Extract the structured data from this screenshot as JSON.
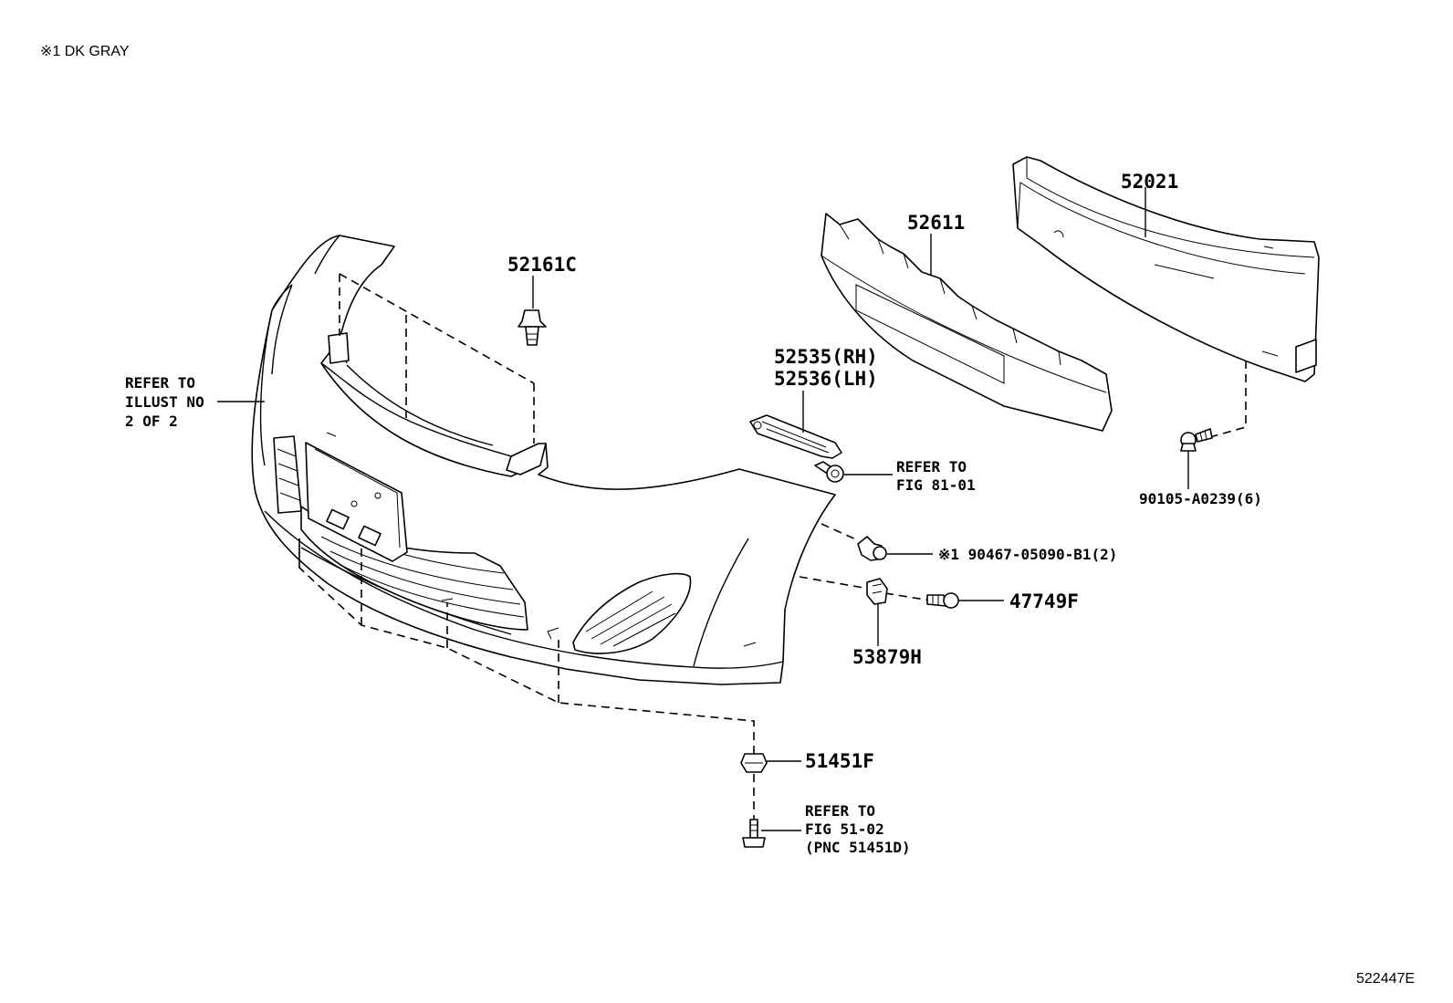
{
  "header": {
    "note": "※1 DK GRAY"
  },
  "callouts": {
    "refer_illust": [
      "REFER TO",
      "ILLUST NO",
      "2 OF 2"
    ],
    "p52161C": "52161C",
    "p52611": "52611",
    "p52021": "52021",
    "p52535": "52535(RH)",
    "p52536": "52536(LH)",
    "refer_fig81": [
      "REFER TO",
      "FIG 81-01"
    ],
    "p90105": "90105-A0239(6)",
    "p90467": "※1 90467-05090-B1(2)",
    "p47749F": "47749F",
    "p53879H": "53879H",
    "p51451F": "51451F",
    "refer_fig51": [
      "REFER TO",
      "FIG 51-02",
      "(PNC 51451D)"
    ]
  },
  "footer": {
    "illustration_id": "522447E"
  },
  "icons": {
    "clip": "clip-icon",
    "screw": "screw-icon",
    "bolt": "bolt-icon",
    "nut": "nut-icon"
  }
}
